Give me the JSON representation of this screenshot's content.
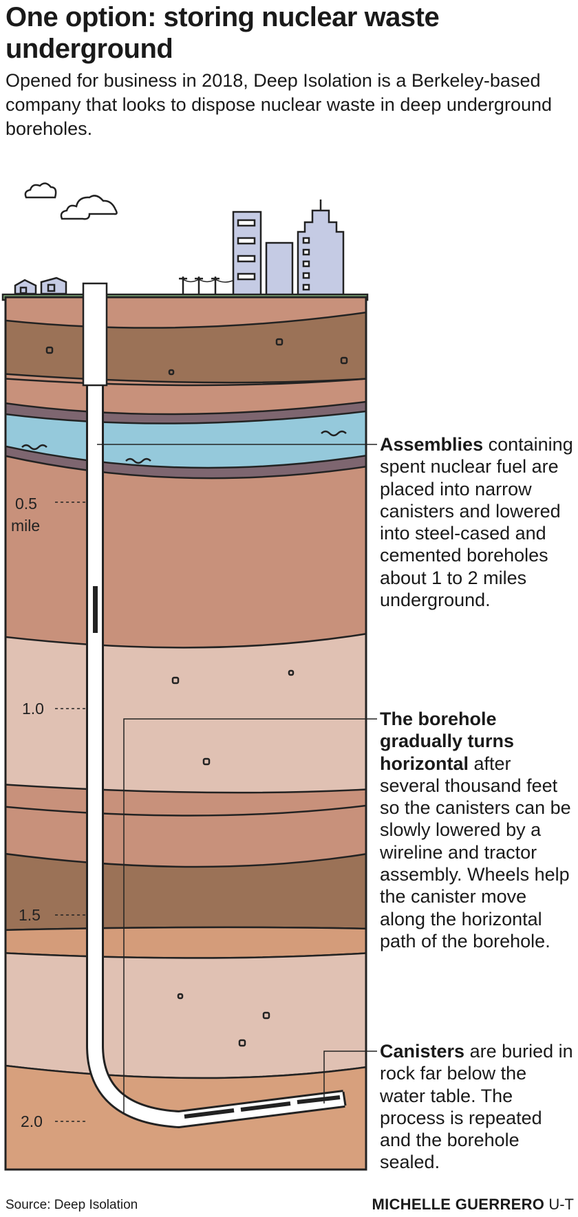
{
  "title": "One option: storing nuclear waste underground",
  "subtitle": "Opened for business in 2018, Deep Isolation is a Berkeley-based company that looks to dispose nuclear waste in deep underground boreholes.",
  "depth_labels": {
    "d05_value": "0.5",
    "d05_unit": "mile",
    "d10": "1.0",
    "d15": "1.5",
    "d20": "2.0"
  },
  "notes": {
    "assemblies": {
      "lead": "Assemblies",
      "body": "containing spent nuclear fuel are placed into narrow canisters and lowered into steel-cased and cemented boreholes about 1 to 2 miles underground."
    },
    "borehole": {
      "lead": "The borehole gradually turns horizontal",
      "body": "after several thousand feet so the canisters can be slowly lowered by a wireline and tractor assembly. Wheels help the canister move along the horizontal path of the borehole."
    },
    "canisters": {
      "lead": "Canisters",
      "body": "are buried in rock far below the water table. The process is repeated and the borehole sealed."
    }
  },
  "footer": {
    "source": "Source: Deep Isolation",
    "credit_name": "MICHELLE GUERRERO",
    "credit_org": "U-T"
  },
  "colors": {
    "outline": "#222222",
    "grass": "#8cc084",
    "dark_brown": "#9b7257",
    "mid_brown": "#c8917b",
    "light_pink": "#e0c1b3",
    "orange_band": "#d49c7a",
    "bottom_band": "#d7a07d",
    "water": "#95c9db",
    "purple_band": "#7e6670",
    "buildings": "#c5cbe4"
  }
}
